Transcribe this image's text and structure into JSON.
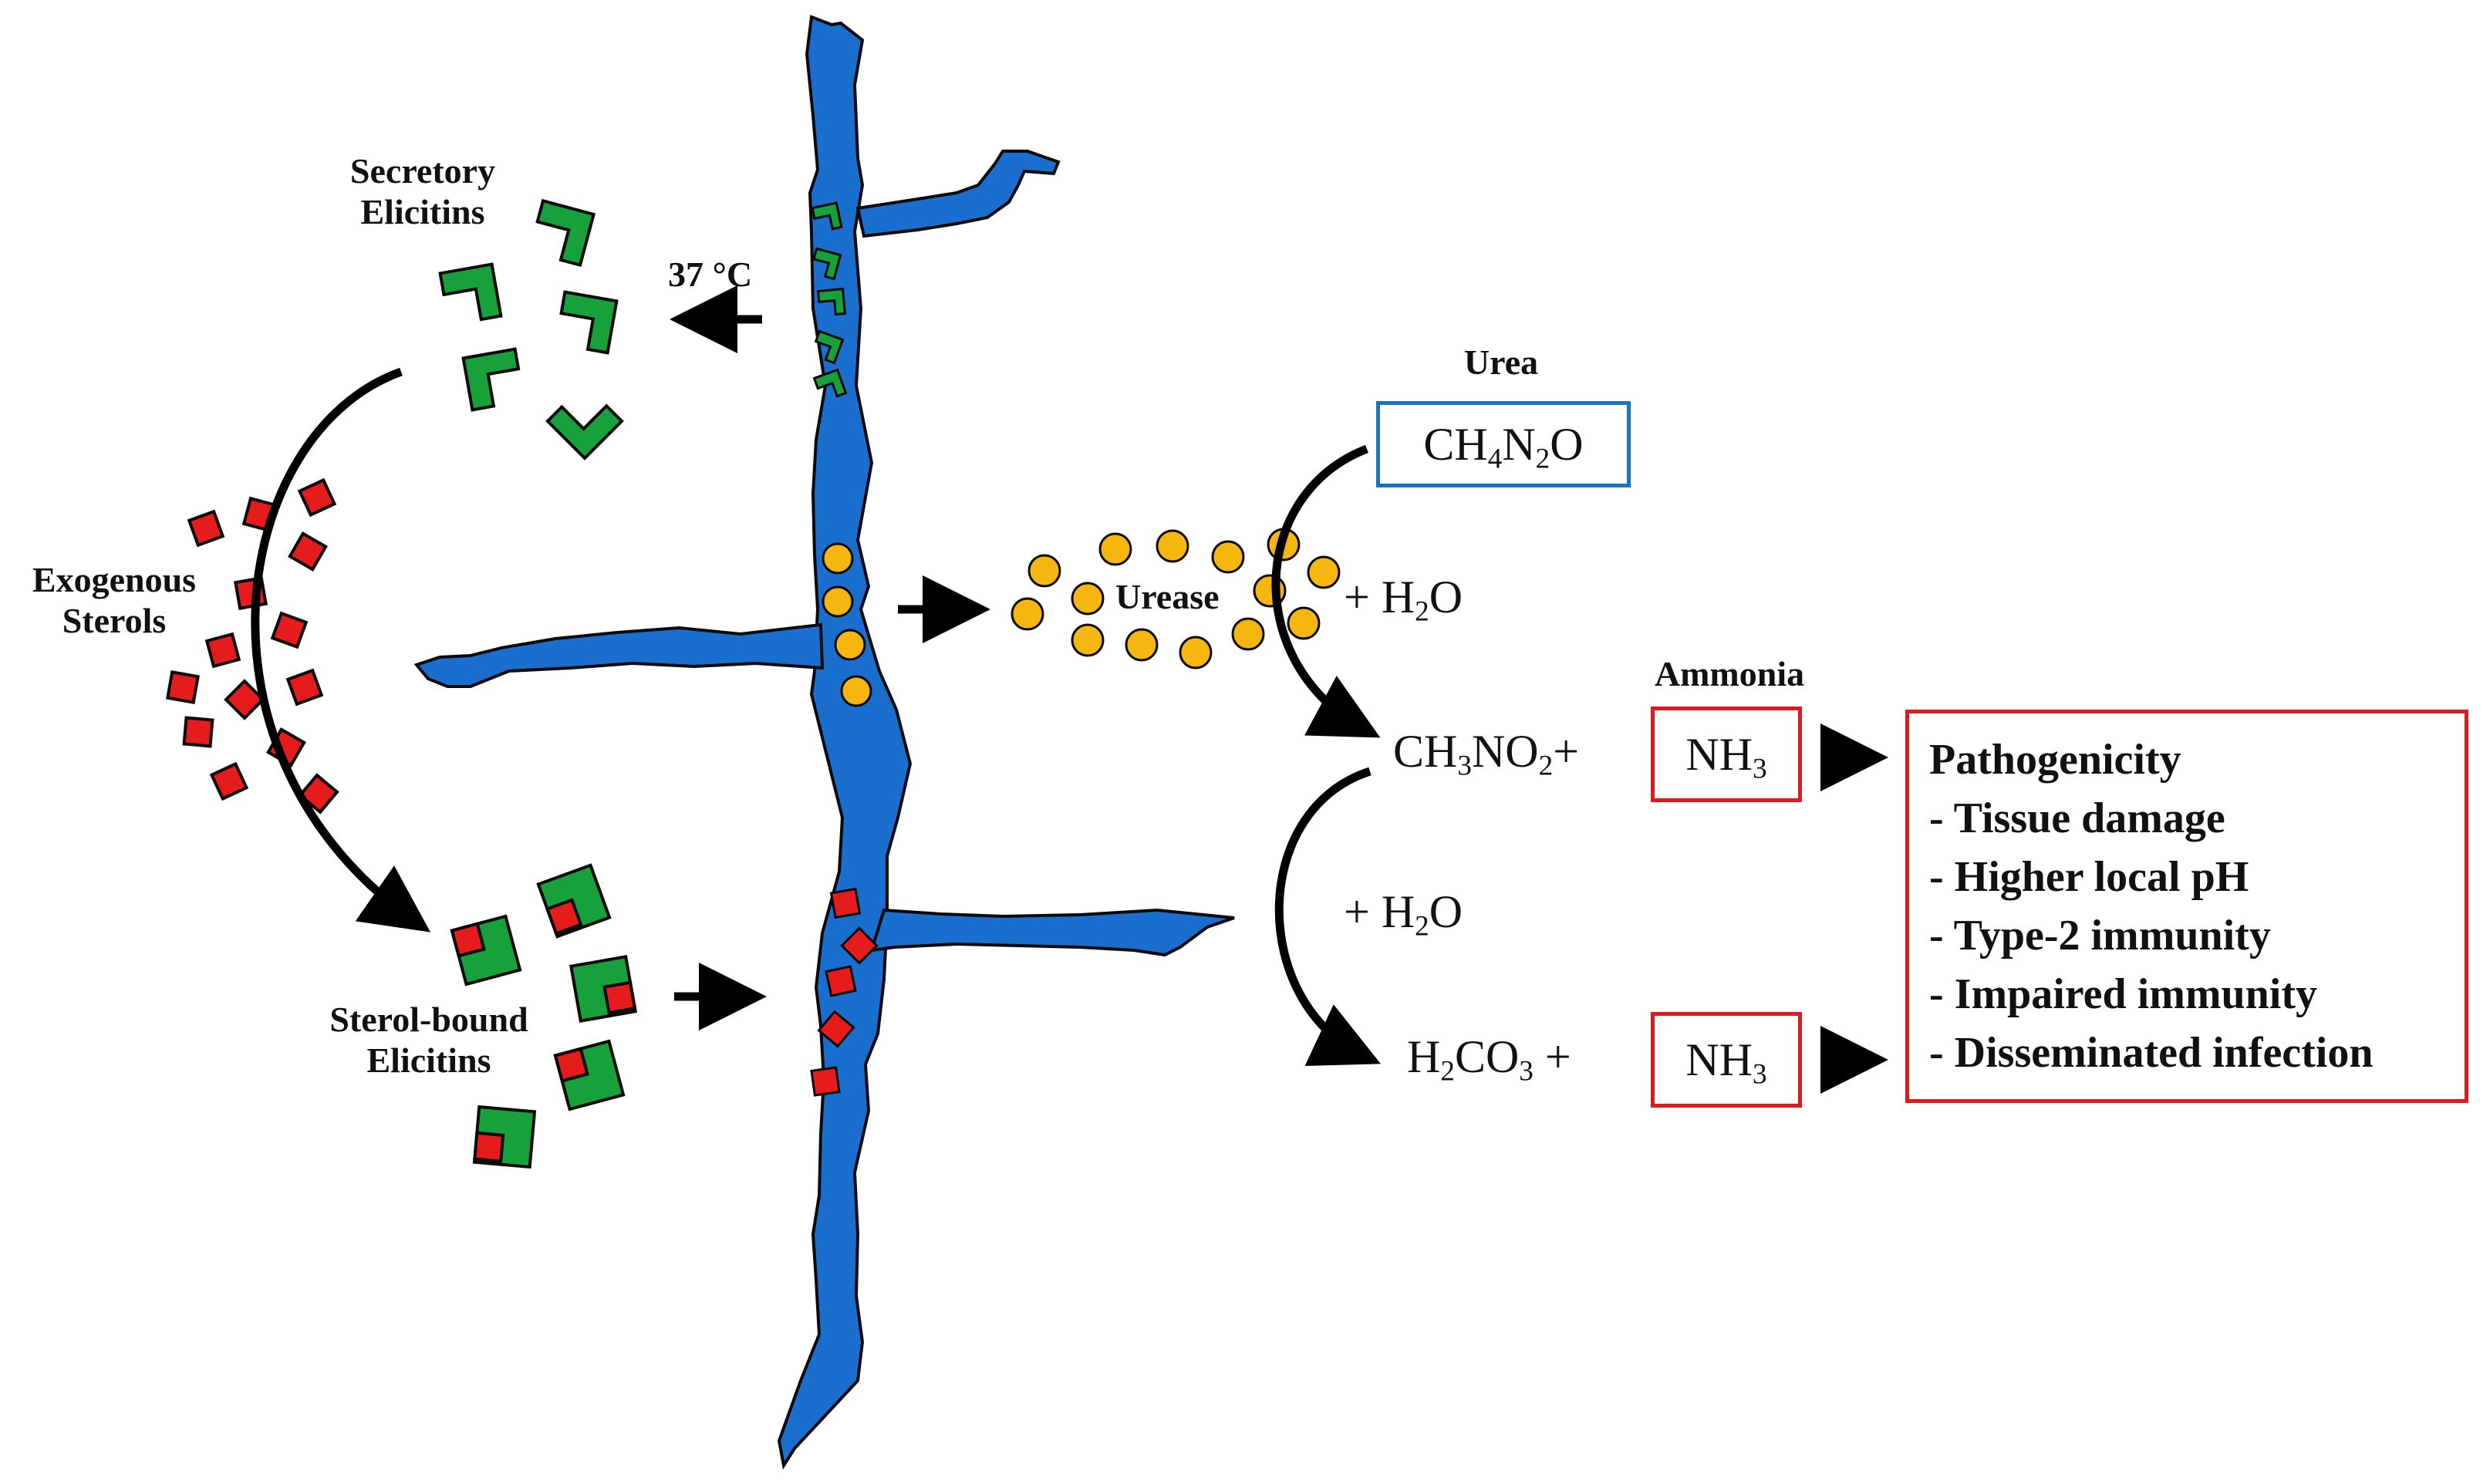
{
  "labels": {
    "secretory_elicitins": [
      "Secretory",
      "Elicitins"
    ],
    "temperature": "37 °C",
    "exogenous_sterols": [
      "Exogenous",
      "Sterols"
    ],
    "sterol_bound_elicitins": [
      "Sterol-bound",
      "Elicitins"
    ],
    "urease": "Urease",
    "urea": "Urea",
    "ammonia": "Ammonia"
  },
  "formulas": {
    "urea": {
      "parts": [
        "CH",
        "4",
        "N",
        "2",
        "O"
      ]
    },
    "water_1": {
      "prefix": "+ H",
      "sub": "2",
      "suffix": "O"
    },
    "water_2": {
      "prefix": "+ H",
      "sub": "2",
      "suffix": "O"
    },
    "carbamate": {
      "parts": [
        "CH",
        "3",
        "NO",
        "2",
        "+"
      ]
    },
    "ammonia_1": {
      "main": "NH",
      "sub": "3"
    },
    "carbonic_acid": {
      "parts": [
        "H",
        "2",
        "CO",
        "3",
        " +"
      ]
    },
    "ammonia_2": {
      "main": "NH",
      "sub": "3"
    }
  },
  "pathogenicity": {
    "title": "Pathogenicity",
    "items": [
      "- Tissue damage",
      "- Higher local pH",
      "- Type-2 immunity",
      "- Impaired immunity",
      "- Disseminated infection"
    ]
  },
  "colors": {
    "hypha": "#1a6fce",
    "elicitin": "#17a13b",
    "sterol": "#e61b1b",
    "urease": "#f5b60f",
    "urea_box": "#1b75bc",
    "ammonia_box": "#e0191d",
    "arrow": "#000000"
  }
}
